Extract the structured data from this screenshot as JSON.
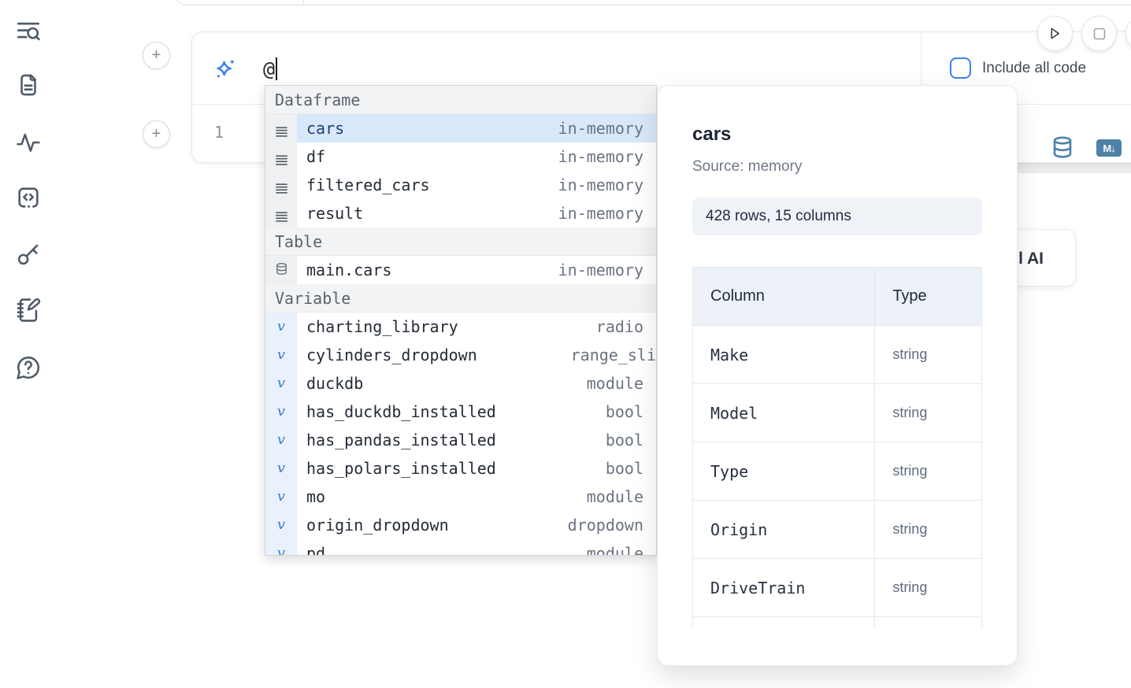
{
  "colors": {
    "accent": "#3b82f6",
    "steel_blue": "#4e81a8",
    "selected_row_bg": "#d8e8fb"
  },
  "sidebar": {
    "icons": [
      "list-search-icon",
      "document-icon",
      "activity-icon",
      "code-block-icon",
      "key-icon",
      "scratchpad-icon",
      "help-icon"
    ]
  },
  "toolbar": {
    "include_all_code_label": "Include all code"
  },
  "prompt": {
    "value": "@"
  },
  "editor": {
    "line_number": "1",
    "markdown_badge": "M↓"
  },
  "add_buttons": {
    "plus_label": "+"
  },
  "autocomplete": {
    "groups": [
      {
        "label": "Dataframe",
        "kind": "dataframe",
        "items": [
          {
            "name": "cars",
            "type": "in-memory",
            "selected": true
          },
          {
            "name": "df",
            "type": "in-memory"
          },
          {
            "name": "filtered_cars",
            "type": "in-memory"
          },
          {
            "name": "result",
            "type": "in-memory"
          }
        ]
      },
      {
        "label": "Table",
        "kind": "table",
        "items": [
          {
            "name": "main.cars",
            "type": "in-memory"
          }
        ]
      },
      {
        "label": "Variable",
        "kind": "variable",
        "items": [
          {
            "name": "charting_library",
            "type": "radio"
          },
          {
            "name": "cylinders_dropdown",
            "type": "range_sli",
            "clip": true
          },
          {
            "name": "duckdb",
            "type": "module"
          },
          {
            "name": "has_duckdb_installed",
            "type": "bool"
          },
          {
            "name": "has_pandas_installed",
            "type": "bool"
          },
          {
            "name": "has_polars_installed",
            "type": "bool"
          },
          {
            "name": "mo",
            "type": "module"
          },
          {
            "name": "origin_dropdown",
            "type": "dropdown"
          },
          {
            "name": "pd",
            "type": "module"
          }
        ]
      }
    ]
  },
  "preview": {
    "title": "cars",
    "source": "Source: memory",
    "shape": "428 rows, 15 columns",
    "table": {
      "headers": [
        "Column",
        "Type"
      ],
      "rows": [
        [
          "Make",
          "string"
        ],
        [
          "Model",
          "string"
        ],
        [
          "Type",
          "string"
        ],
        [
          "Origin",
          "string"
        ],
        [
          "DriveTrain",
          "string"
        ]
      ]
    }
  },
  "ai_button": {
    "visible_label": "l AI"
  }
}
